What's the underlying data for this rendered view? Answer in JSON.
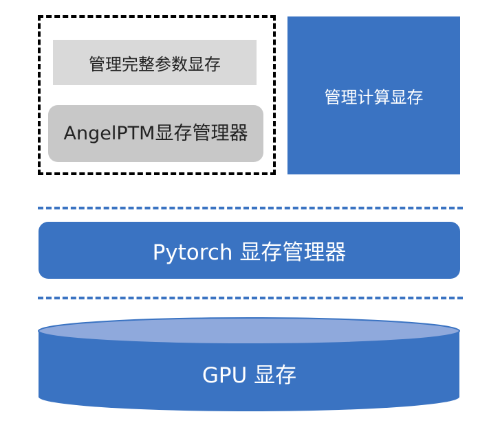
{
  "colors": {
    "blue": "#3a73c2",
    "blue_light": "#8fa9dc",
    "gray_light": "#d9d9d9",
    "gray_mid": "#c8c8c8",
    "dash_black": "#000000"
  },
  "angel_group": {
    "full_params_memory": "管理完整参数显存",
    "angelptm_manager": "AngelPTM显存管理器"
  },
  "compute_memory": "管理计算显存",
  "pytorch_manager": "Pytorch 显存管理器",
  "gpu_memory": "GPU 显存"
}
